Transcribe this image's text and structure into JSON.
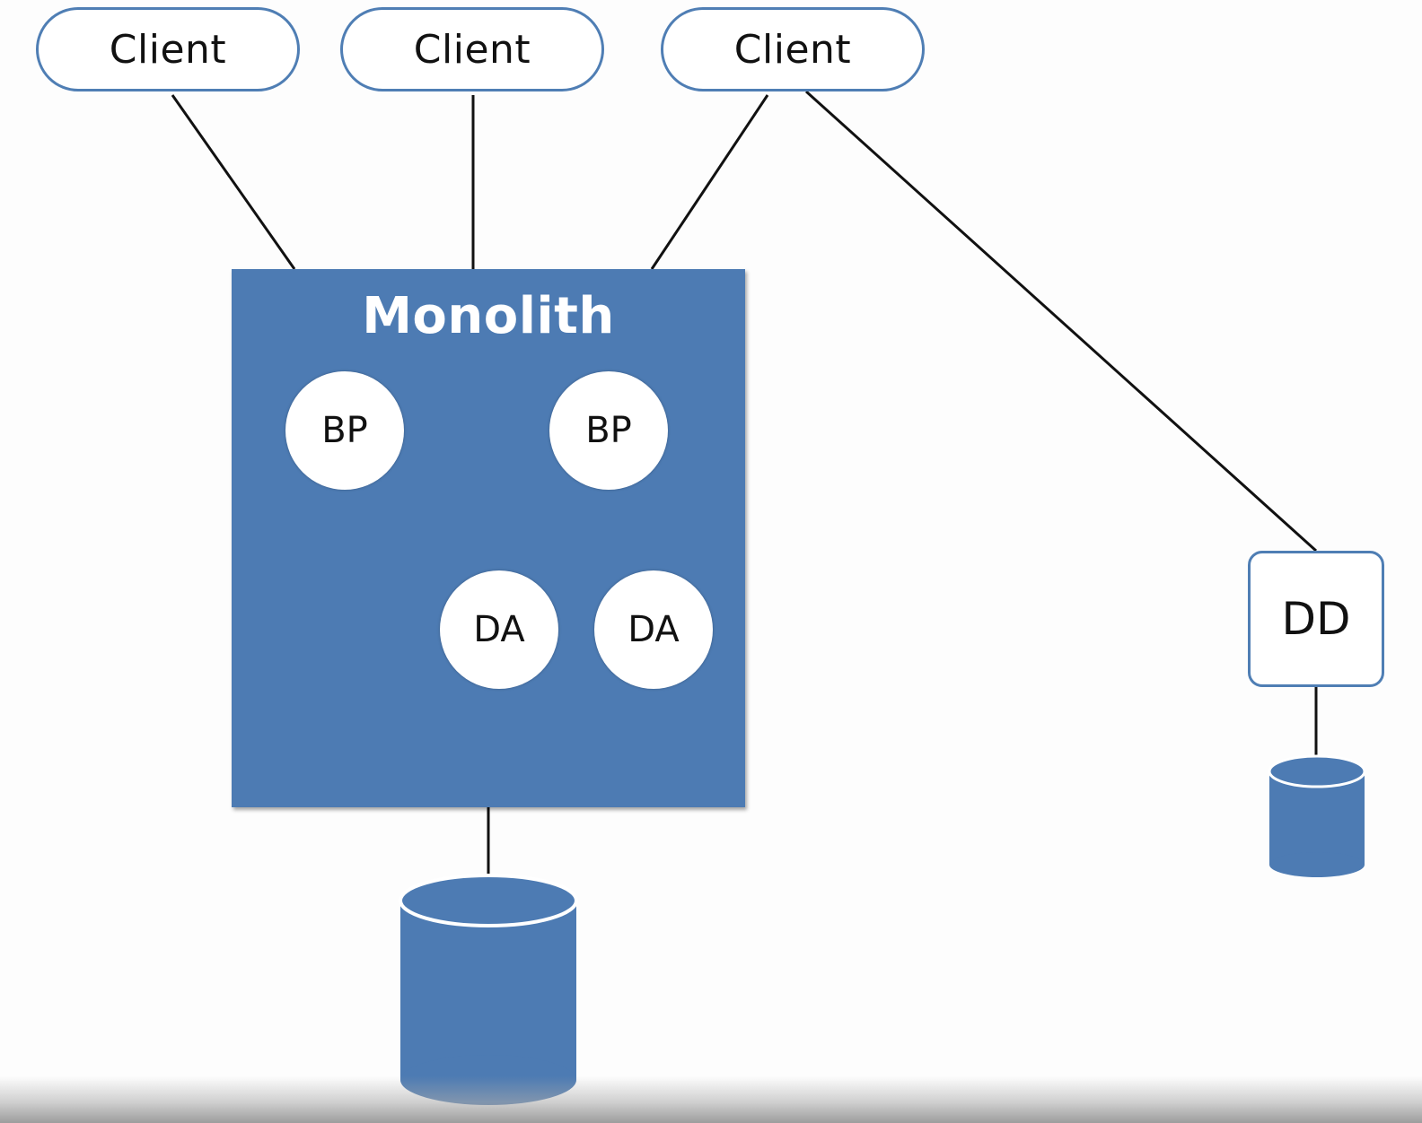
{
  "clients": [
    {
      "label": "Client"
    },
    {
      "label": "Client"
    },
    {
      "label": "Client"
    }
  ],
  "monolith": {
    "title": "Monolith",
    "components": [
      {
        "label": "BP"
      },
      {
        "label": "BP"
      },
      {
        "label": "DA"
      },
      {
        "label": "DA"
      }
    ]
  },
  "dd": {
    "label": "DD"
  },
  "colors": {
    "accent_blue": "#4d7bb3",
    "outline_blue": "#4f7eb4",
    "node_fill": "#ffffff",
    "connector": "#111111"
  }
}
